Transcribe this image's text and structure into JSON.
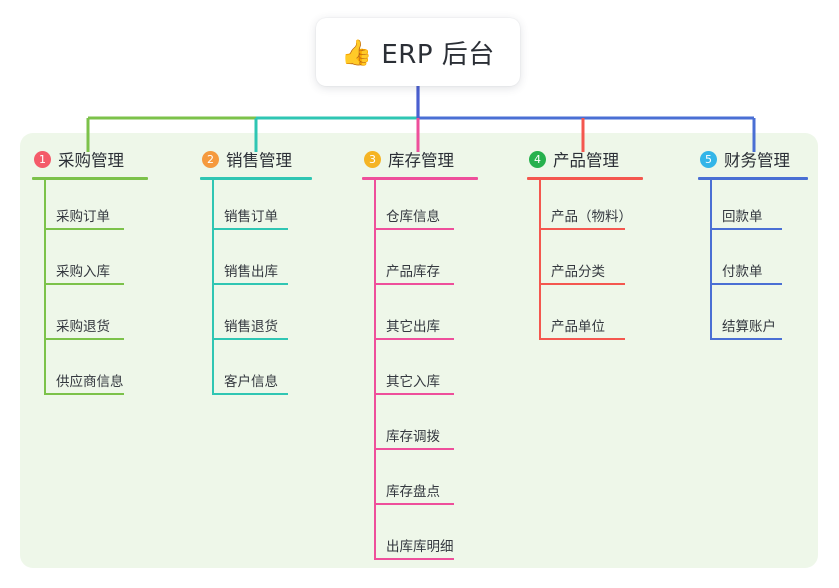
{
  "root": {
    "icon": "thumbs-up-emoji",
    "emoji": "👍",
    "title": "ERP 后台"
  },
  "palette": {
    "panel_bg": "#eef7e9",
    "page_bg": "#ffffff",
    "root_stem": "#4a5fd0",
    "text": "#2b2f36"
  },
  "columns": [
    {
      "number": "1",
      "title": "采购管理",
      "color": "#7cc24a",
      "badge_color": "#f45b69",
      "items": [
        {
          "label": "采购订单"
        },
        {
          "label": "采购入库"
        },
        {
          "label": "采购退货"
        },
        {
          "label": "供应商信息"
        }
      ]
    },
    {
      "number": "2",
      "title": "销售管理",
      "color": "#2fc6b3",
      "badge_color": "#f59a3e",
      "items": [
        {
          "label": "销售订单"
        },
        {
          "label": "销售出库"
        },
        {
          "label": "销售退货"
        },
        {
          "label": "客户信息"
        }
      ]
    },
    {
      "number": "3",
      "title": "库存管理",
      "color": "#ee4f9b",
      "badge_color": "#f5b424",
      "items": [
        {
          "label": "仓库信息"
        },
        {
          "label": "产品库存"
        },
        {
          "label": "其它出库"
        },
        {
          "label": "其它入库"
        },
        {
          "label": "库存调拨"
        },
        {
          "label": "库存盘点"
        },
        {
          "label": "出库库明细"
        }
      ]
    },
    {
      "number": "4",
      "title": "产品管理",
      "color": "#f4574f",
      "badge_color": "#26b14d",
      "items": [
        {
          "label": "产品（物料）"
        },
        {
          "label": "产品分类"
        },
        {
          "label": "产品单位"
        }
      ]
    },
    {
      "number": "5",
      "title": "财务管理",
      "color": "#4a6fd4",
      "badge_color": "#33b5e8",
      "items": [
        {
          "label": "回款单"
        },
        {
          "label": "付款单"
        },
        {
          "label": "结算账户"
        }
      ]
    }
  ]
}
